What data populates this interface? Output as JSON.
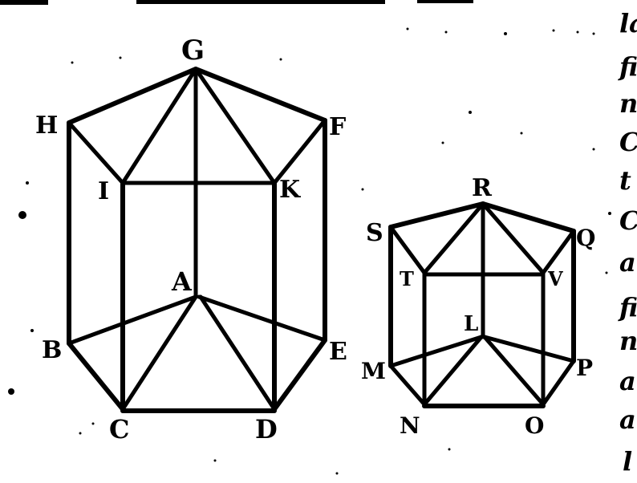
{
  "figure": {
    "left_prism": {
      "vertex_labels": {
        "G": "G",
        "H": "H",
        "F": "F",
        "I": "I",
        "K": "K",
        "A": "A",
        "B": "B",
        "E": "E",
        "C": "C",
        "D": "D"
      }
    },
    "right_prism": {
      "vertex_labels": {
        "R": "R",
        "S": "S",
        "Q": "Q",
        "T": "T",
        "V": "V",
        "L": "L",
        "M": "M",
        "P": "P",
        "N": "N",
        "O": "O"
      }
    },
    "margin_fragments": [
      "la",
      "fi",
      "n",
      "C",
      "t",
      "C",
      "a",
      "fi",
      "n",
      "a",
      "a",
      "l"
    ]
  }
}
